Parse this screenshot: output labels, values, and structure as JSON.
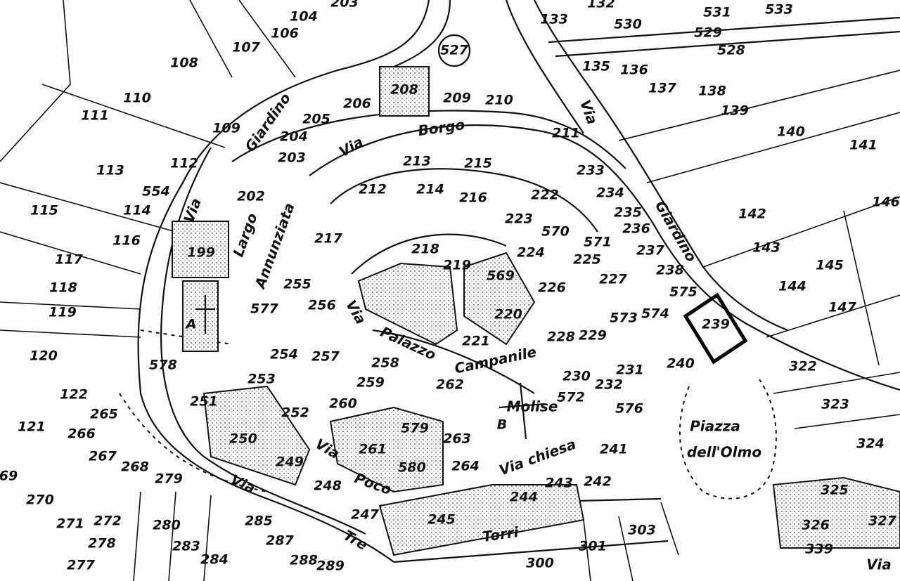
{
  "map": {
    "parcels": [
      "108",
      "107",
      "106",
      "104",
      "203",
      "527",
      "133",
      "132",
      "530",
      "531",
      "533",
      "529",
      "528",
      "135",
      "136",
      "137",
      "138",
      "139",
      "140",
      "141",
      "110",
      "111",
      "208",
      "209",
      "210",
      "206",
      "205",
      "204",
      "203",
      "109",
      "211",
      "113",
      "112",
      "213",
      "215",
      "233",
      "212",
      "214",
      "216",
      "222",
      "234",
      "554",
      "114",
      "115",
      "202",
      "116",
      "223",
      "235",
      "236",
      "142",
      "146",
      "217",
      "218",
      "219",
      "570",
      "224",
      "571",
      "225",
      "237",
      "143",
      "145",
      "199",
      "117",
      "255",
      "569",
      "226",
      "227",
      "238",
      "575",
      "144",
      "118",
      "256",
      "577",
      "220",
      "573",
      "574",
      "239",
      "147",
      "119",
      "221",
      "228",
      "229",
      "120",
      "254",
      "257",
      "258",
      "231",
      "240",
      "322",
      "578",
      "253",
      "259",
      "230",
      "232",
      "572",
      "262",
      "122",
      "251",
      "260",
      "265",
      "252",
      "576",
      "323",
      "B",
      "A",
      "121",
      "266",
      "250",
      "579",
      "263",
      "324",
      "261",
      "241",
      "267",
      "268",
      "249",
      "264",
      "69",
      "580",
      "243",
      "242",
      "325",
      "279",
      "270",
      "248",
      "244",
      "247",
      "245",
      "271",
      "272",
      "326",
      "327",
      "285",
      "280",
      "303",
      "278",
      "283",
      "301",
      "339",
      "284",
      "287",
      "288",
      "289",
      "300",
      "277"
    ],
    "streets": [
      "Giardino",
      "Via",
      "Borgo",
      "Via",
      "Via",
      "Largo",
      "Annunziata",
      "Giardino",
      "Via",
      "Palazzo",
      "Campanile",
      "Molise",
      "Piazza",
      "dell'Olmo",
      "Via chiesa",
      "Via",
      "Poco",
      "Via",
      "Tre",
      "Torri",
      "Via"
    ],
    "highlighted_parcel": "239"
  }
}
